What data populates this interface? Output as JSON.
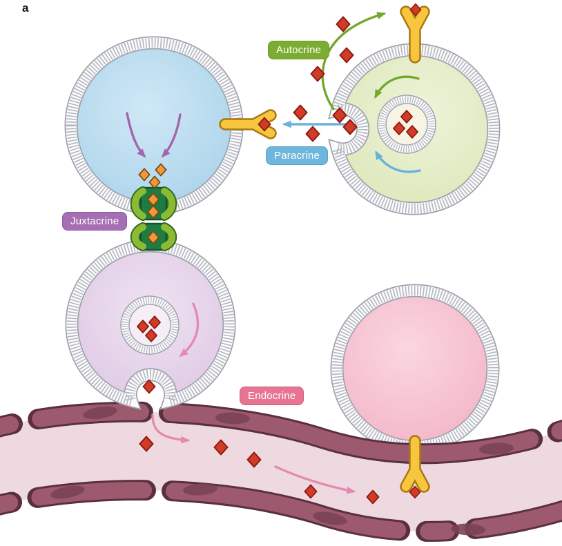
{
  "panel_label": "a",
  "labels": {
    "autocrine": "Autocrine",
    "paracrine": "Paracrine",
    "juxtacrine": "Juxtacrine",
    "endocrine": "Endocrine"
  },
  "colors": {
    "autocrine_label_bg": "#7dac33",
    "paracrine_label_bg": "#6fb6dd",
    "juxtacrine_label_bg": "#a66fb3",
    "endocrine_label_bg": "#e77592",
    "ligand_red": "#d23b27",
    "ligand_orange": "#f0983a",
    "receptor_yellow": "#f8c63e",
    "gap_junction_green": "#1e7c42",
    "cell_blue": "#b5daee",
    "cell_green": "#e0eac0",
    "cell_purple": "#e2cde6",
    "cell_pink": "#f6bfcf",
    "vessel_wall": "#9d5a6e",
    "vessel_lumen": "#eed9e0",
    "membrane_gray": "#b6b8c1"
  },
  "ligands": {
    "red": [
      [
        497,
        35
      ],
      [
        502,
        80
      ],
      [
        460,
        107
      ],
      [
        435,
        163
      ],
      [
        492,
        167
      ],
      [
        507,
        184
      ],
      [
        453,
        194
      ],
      [
        602,
        14,
        0.8
      ],
      [
        383,
        180,
        0.9
      ],
      [
        589,
        169,
        0.85
      ],
      [
        578,
        186,
        0.85
      ],
      [
        597,
        191,
        0.85
      ],
      [
        207,
        473,
        0.85
      ],
      [
        224,
        467,
        0.85
      ],
      [
        219,
        486,
        0.85
      ],
      [
        216,
        560,
        0.9
      ],
      [
        212,
        643
      ],
      [
        320,
        648
      ],
      [
        368,
        666
      ],
      [
        450,
        712,
        0.9
      ],
      [
        540,
        720,
        0.9
      ],
      [
        601,
        713,
        0.8
      ]
    ],
    "orange": [
      [
        209,
        253,
        0.95
      ],
      [
        233,
        246,
        0.95
      ],
      [
        224,
        264,
        0.95
      ],
      [
        222,
        289
      ],
      [
        222,
        307
      ],
      [
        222,
        344
      ]
    ]
  },
  "vessel": {
    "nuclei": [
      [
        145,
        598,
        -9
      ],
      [
        337,
        606,
        2
      ],
      [
        719,
        650,
        -3
      ],
      [
        98,
        713,
        -11
      ],
      [
        290,
        709,
        -4
      ],
      [
        478,
        751,
        11
      ],
      [
        678,
        767,
        2
      ]
    ]
  }
}
